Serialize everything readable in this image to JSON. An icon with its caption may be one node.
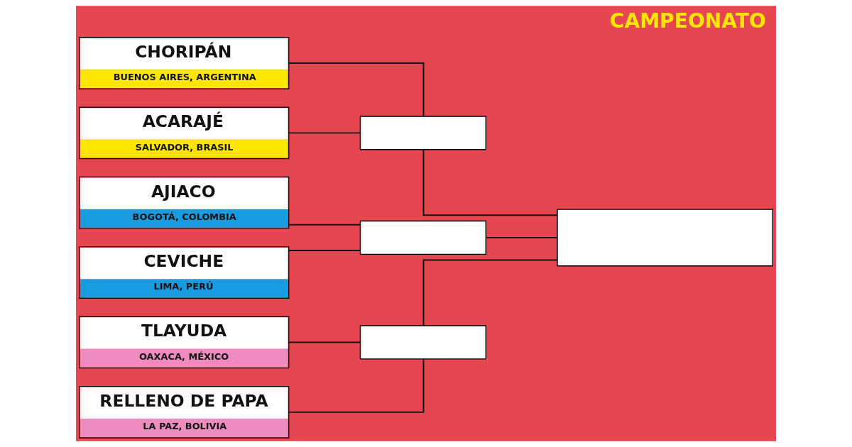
{
  "diagram": {
    "title": "CAMPEONATO",
    "nodes": [
      {
        "text": [
          "CHORIPÁN",
          "BUENOS AIRES, ARGENTINA"
        ]
      },
      {
        "text": [
          "ACARAJÉ",
          "SALVADOR, BRASIL"
        ]
      },
      {
        "text": [
          "AJIACO",
          "BOGOTÁ, COLOMBIA"
        ]
      },
      {
        "text": [
          "CEVICHE",
          "LIMA, PERÚ"
        ]
      },
      {
        "text": [
          "TLAYUDA",
          "OAXACA, MÉXICO"
        ]
      },
      {
        "text": [
          "RELLENO DE PAPA",
          "LA PAZ, BOLIVIA"
        ]
      },
      {
        "text": [],
        "shape": "box"
      },
      {
        "text": [],
        "shape": "box"
      },
      {
        "text": [],
        "shape": "box"
      },
      {
        "text": [],
        "shape": "box"
      }
    ],
    "edges": [
      {
        "from": 0,
        "to": 6,
        "arrow": "none"
      },
      {
        "from": 1,
        "to": 6,
        "arrow": "none"
      },
      {
        "from": 2,
        "to": 7,
        "arrow": "none"
      },
      {
        "from": 3,
        "to": 7,
        "arrow": "none"
      },
      {
        "from": 4,
        "to": 8,
        "arrow": "none"
      },
      {
        "from": 5,
        "to": 8,
        "arrow": "none"
      },
      {
        "from": 6,
        "to": 9,
        "arrow": "none"
      },
      {
        "from": 7,
        "to": 9,
        "arrow": "none"
      },
      {
        "from": 8,
        "to": 9,
        "arrow": "none"
      }
    ]
  }
}
